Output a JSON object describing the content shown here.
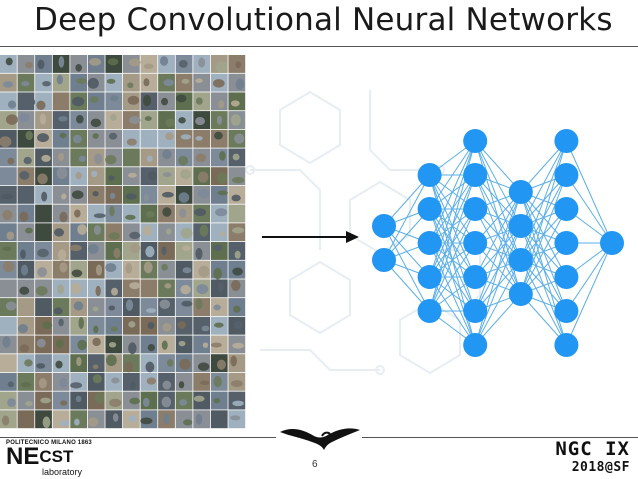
{
  "slide": {
    "title": "Deep Convolutional Neural Networks",
    "page_number": "6"
  },
  "logos": {
    "left_top": "POLITECNICO MILANO 1863",
    "left_main": "NE",
    "left_main_sup": "CST",
    "left_sub": "laboratory",
    "right_line1": "NGC IX",
    "right_line2": "2018@SF"
  },
  "network": {
    "node_color": "#2196F3",
    "edge_color": "#5aaee8",
    "layers": [
      2,
      5,
      7,
      4,
      7,
      1
    ]
  },
  "mosaic": {
    "columns": 14,
    "rows": 20
  }
}
